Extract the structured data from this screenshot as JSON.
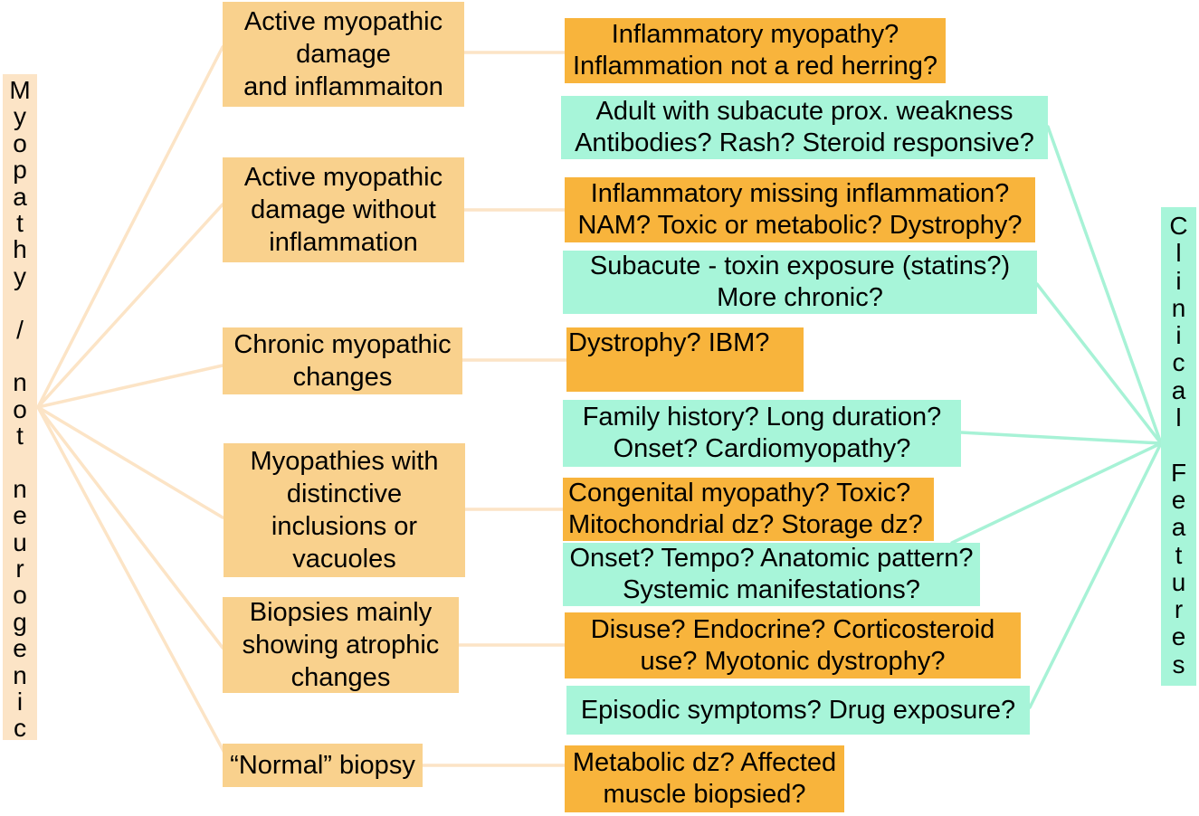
{
  "left_label": "Myopathy / not neurogenic",
  "right_label": "Clinical Features",
  "biopsy_findings": [
    {
      "lines": [
        "Active myopathic",
        "damage",
        "and inflammaiton"
      ]
    },
    {
      "lines": [
        "Active myopathic",
        "damage without",
        "inflammation"
      ]
    },
    {
      "lines": [
        "Chronic myopathic",
        "changes"
      ]
    },
    {
      "lines": [
        "Myopathies with",
        "distinctive",
        "inclusions or",
        "vacuoles"
      ]
    },
    {
      "lines": [
        "Biopsies mainly",
        "showing atrophic",
        "changes"
      ]
    },
    {
      "lines": [
        "“Normal” biopsy"
      ]
    }
  ],
  "differentials": [
    {
      "lines": [
        "Inflammatory myopathy?",
        "Inflammation not a red herring?"
      ]
    },
    {
      "lines": [
        "Inflammatory missing inflammation?",
        "NAM? Toxic or metabolic? Dystrophy?"
      ]
    },
    {
      "lines": [
        "Dystrophy? IBM?"
      ]
    },
    {
      "lines": [
        "Congenital myopathy? Toxic?",
        "Mitochondrial dz? Storage dz?"
      ]
    },
    {
      "lines": [
        "Disuse? Endocrine? Corticosteroid",
        "use? Myotonic dystrophy?"
      ]
    },
    {
      "lines": [
        "Metabolic dz? Affected",
        "muscle biopsied?"
      ]
    }
  ],
  "clinical_features": [
    {
      "lines": [
        "Adult with subacute prox. weakness",
        "Antibodies? Rash? Steroid responsive?"
      ]
    },
    {
      "lines": [
        "Subacute - toxin exposure (statins?)",
        "More chronic?"
      ]
    },
    {
      "lines": [
        "Family history? Long duration?",
        "Onset? Cardiomyopathy?"
      ]
    },
    {
      "lines": [
        "Onset? Tempo? Anatomic pattern?",
        "Systemic manifestations?"
      ]
    },
    {
      "lines": [
        "Episodic symptoms? Drug exposure?"
      ]
    }
  ],
  "colors": {
    "label_bg": "#FCE4C6",
    "finding_box": "#F9D18D",
    "differential_box": "#F8B43C",
    "clinical_box": "#A7F5D9",
    "finding_connector": "#FCE4C6",
    "clinical_connector": "#A7F2D6",
    "text": "#000000"
  }
}
